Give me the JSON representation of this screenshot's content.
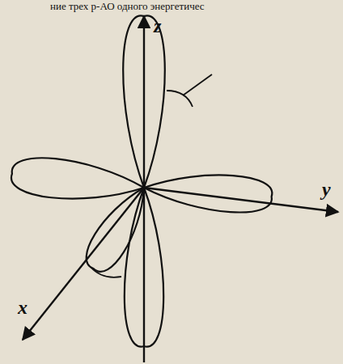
{
  "diagram": {
    "labels": [
      "ние трех р-АО одного энергетичес",
      "z",
      "y",
      "x"
    ]
  }
}
